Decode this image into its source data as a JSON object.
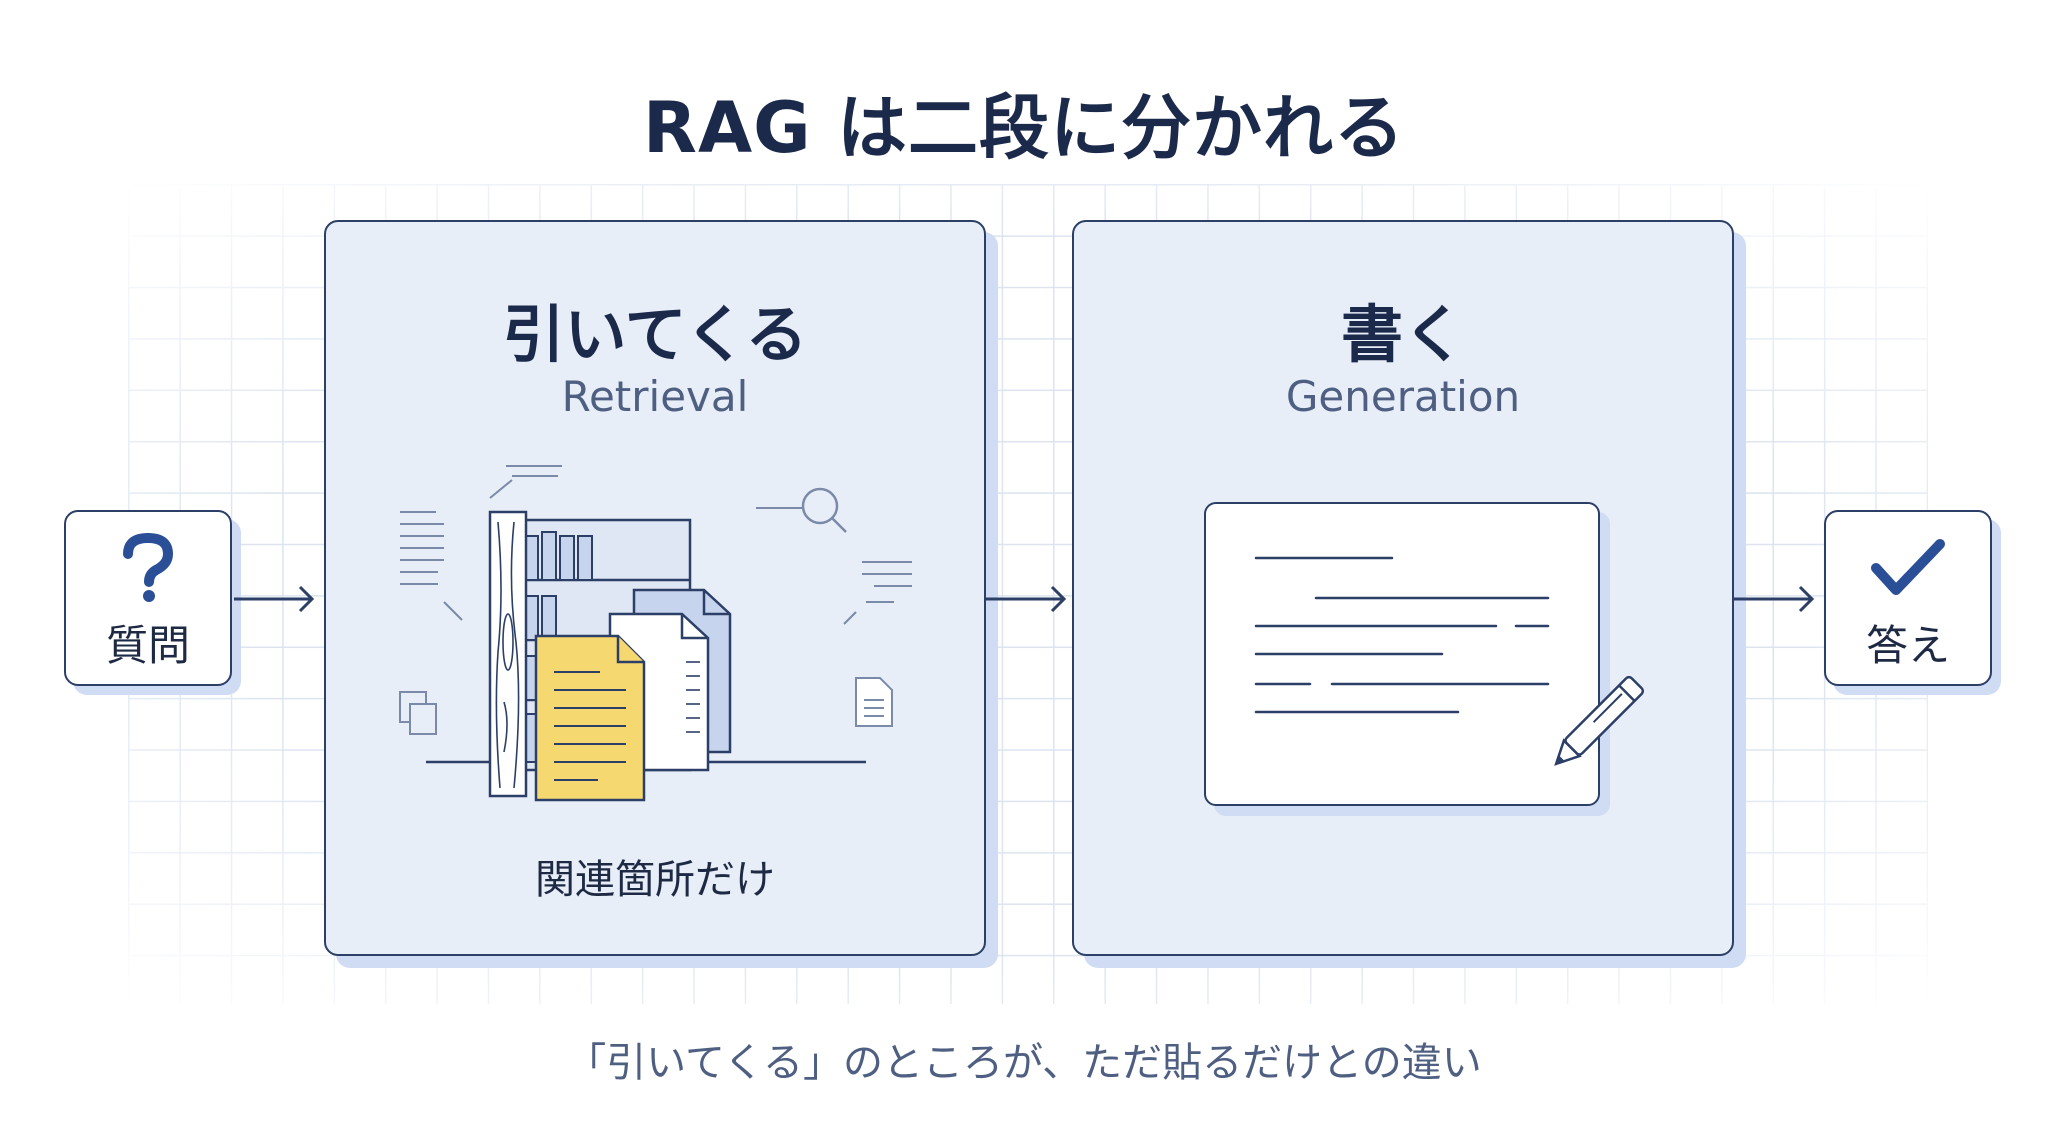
{
  "title": "RAG は二段に分かれる",
  "question_box": {
    "label": "質問",
    "icon": "question-mark-icon"
  },
  "retrieval": {
    "title": "引いてくる",
    "subtitle": "Retrieval",
    "caption": "関連箇所だけ",
    "icon": "bookshelf-documents-icon"
  },
  "generation": {
    "title": "書く",
    "subtitle": "Generation",
    "icon": "document-pen-icon"
  },
  "answer_box": {
    "label": "答え",
    "icon": "checkmark-icon"
  },
  "footer": "「引いてくる」のところが、ただ貼るだけとの違い",
  "colors": {
    "primary": "#2c3f66",
    "panel_fill": "#e8eef8",
    "shadow": "#cfdcf3",
    "highlight_doc": "#f6d870",
    "icon_blue": "#2a4f96"
  }
}
